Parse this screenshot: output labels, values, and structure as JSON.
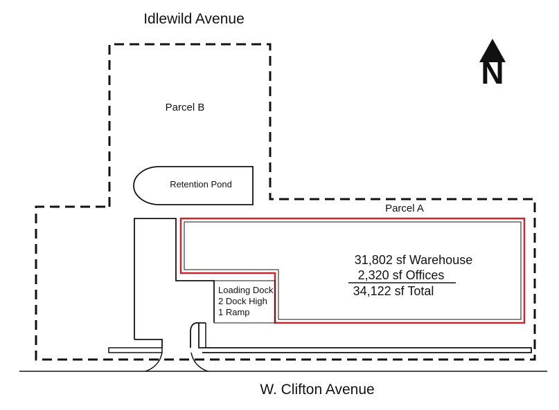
{
  "streets": {
    "north": "Idlewild Avenue",
    "south": "W. Clifton Avenue"
  },
  "parcels": {
    "b": "Parcel B",
    "a": "Parcel A"
  },
  "retention_pond": "Retention Pond",
  "loading_dock": {
    "line1": "Loading Dock",
    "line2": "2 Dock High",
    "line3": "1 Ramp"
  },
  "building_stats": {
    "warehouse": "31,802 sf Warehouse",
    "offices": "2,320 sf Offices",
    "total": "34,122 sf Total"
  },
  "north_arrow": {
    "letter": "N",
    "icon": "north-arrow-icon"
  },
  "colors": {
    "building_outline": "#c1272d",
    "lines": "#111111"
  }
}
